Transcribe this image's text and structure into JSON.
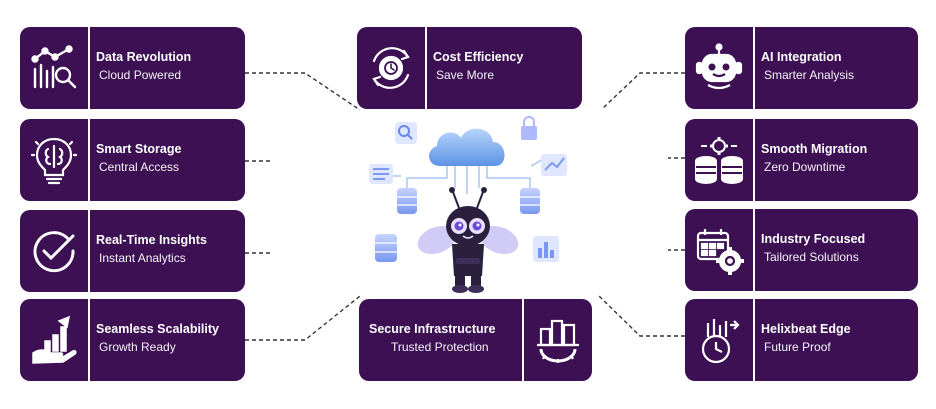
{
  "cards": [
    {
      "id": "data-revolution",
      "title": "Data Revolution",
      "subtitle": "Cloud Powered",
      "icon": "data-chart-search-icon"
    },
    {
      "id": "smart-storage",
      "title": "Smart Storage",
      "subtitle": "Central Access",
      "icon": "brain-bulb-icon"
    },
    {
      "id": "real-time-insights",
      "title": "Real-Time Insights",
      "subtitle": "Instant Analytics",
      "icon": "clock-check-icon"
    },
    {
      "id": "seamless-scalability",
      "title": "Seamless Scalability",
      "subtitle": "Growth Ready",
      "icon": "growth-hand-icon"
    },
    {
      "id": "cost-efficiency",
      "title": "Cost Efficiency",
      "subtitle": "Save More",
      "icon": "gear-clock-icon"
    },
    {
      "id": "secure-infrastructure",
      "title": "Secure Infrastructure",
      "subtitle": "Trusted Protection",
      "icon": "buildings-gear-icon"
    },
    {
      "id": "ai-integration",
      "title": "AI Integration",
      "subtitle": "Smarter Analysis",
      "icon": "robot-icon"
    },
    {
      "id": "smooth-migration",
      "title": "Smooth Migration",
      "subtitle": "Zero Downtime",
      "icon": "database-gear-icon"
    },
    {
      "id": "industry-focused",
      "title": "Industry Focused",
      "subtitle": "Tailored Solutions",
      "icon": "calendar-gear-icon"
    },
    {
      "id": "helixbeat-edge",
      "title": "Helixbeat Edge",
      "subtitle": "Future Proof",
      "icon": "chart-clock-icon"
    }
  ],
  "colors": {
    "card": "#3c1053",
    "text": "#ffffff",
    "connector": "#333333",
    "cloud": "#7fb2f0",
    "accent": "#9fb8ff"
  },
  "center": {
    "image": "bee-mascot-with-cloud-network"
  }
}
